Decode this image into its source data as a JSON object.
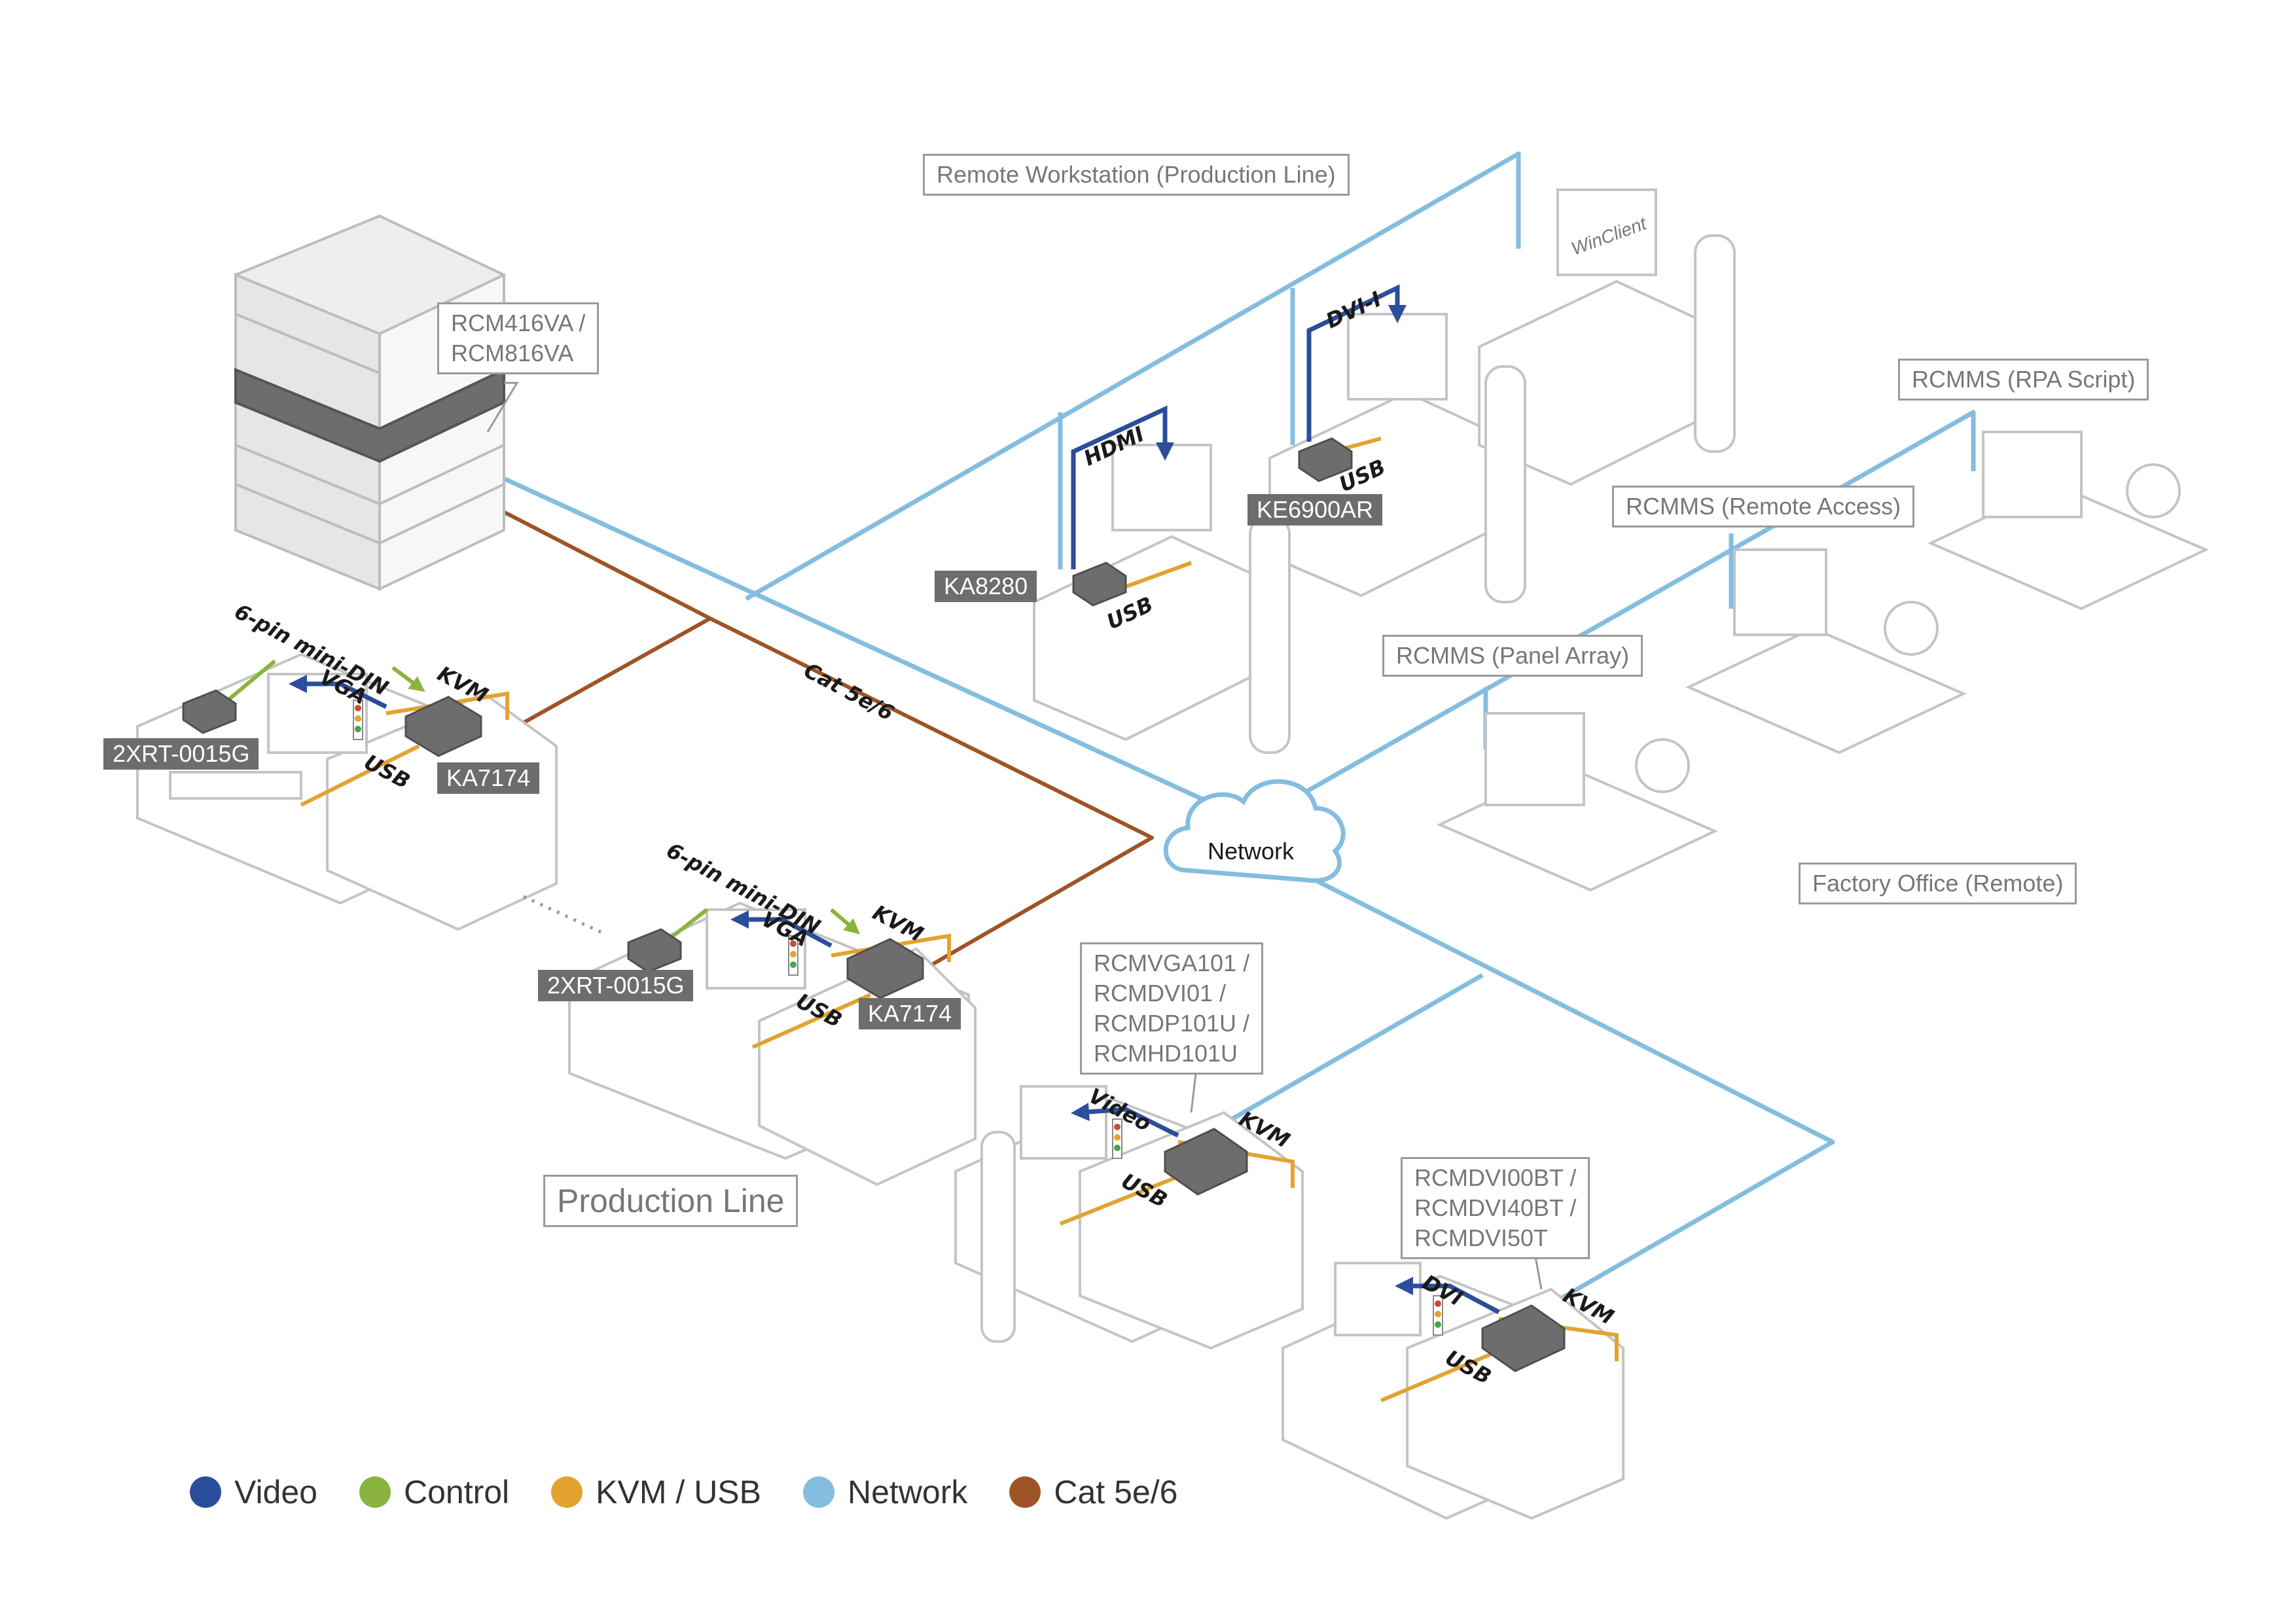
{
  "colors": {
    "video": "#2b4e9c",
    "control": "#8ab43f",
    "kvm_usb": "#e3a331",
    "network": "#84bde0",
    "cat": "#9e5426",
    "outline": "#bdbdbd",
    "device": "#6d6d6d"
  },
  "callouts": {
    "remote_workstation": "Remote Workstation (Production Line)",
    "rcm_line1": "RCM416VA /",
    "rcm_line2": "RCM816VA",
    "rcmms_rpa": "RCMMS (RPA Script)",
    "rcmms_remote": "RCMMS (Remote Access)",
    "rcmms_panel": "RCMMS (Panel Array)",
    "factory_office": "Factory Office (Remote)",
    "rcmvga_1": "RCMVGA101 /",
    "rcmvga_2": "RCMDVI01 /",
    "rcmvga_3": "RCMDP101U /",
    "rcmvga_4": "RCMHD101U",
    "rcmdvi_1": "RCMDVI00BT /",
    "rcmdvi_2": "RCMDVI40BT /",
    "rcmdvi_3": "RCMDVI50T",
    "production_line": "Production Line"
  },
  "device_tags": {
    "ka8280": "KA8280",
    "ke6900ar": "KE6900AR",
    "ka7174_a": "KA7174",
    "ka7174_b": "KA7174",
    "xrt_a": "2XRT-0015G",
    "xrt_b": "2XRT-0015G"
  },
  "wire_labels": {
    "hdmi": "HDMI",
    "dvi_i": "DVI-I",
    "usb_ka8280": "USB",
    "usb_ke6900": "USB",
    "cat": "Cat 5e/6",
    "minidin_a": "6-pin mini-DIN",
    "vga_a": "VGA",
    "kvm_a": "KVM",
    "usb_a": "USB",
    "minidin_b": "6-pin mini-DIN",
    "vga_b": "VGA",
    "kvm_b": "KVM",
    "usb_b": "USB",
    "video_c": "Video",
    "kvm_c": "KVM",
    "usb_c": "USB",
    "dvi_d": "DVI",
    "kvm_d": "KVM",
    "usb_d": "USB"
  },
  "network_label": "Network",
  "screen_text": "WinClient",
  "legend": [
    {
      "label": "Video",
      "color": "#2b4e9c"
    },
    {
      "label": "Control",
      "color": "#8ab43f"
    },
    {
      "label": "KVM / USB",
      "color": "#e3a331"
    },
    {
      "label": "Network",
      "color": "#84bde0"
    },
    {
      "label": "Cat 5e/6",
      "color": "#9e5426"
    }
  ]
}
